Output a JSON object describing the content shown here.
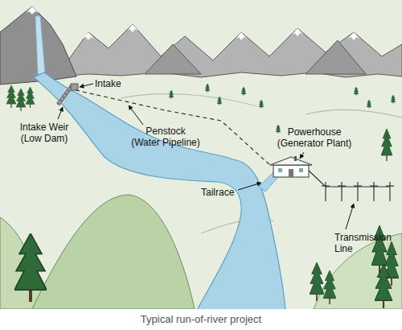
{
  "diagram": {
    "caption": "Typical run-of-river project",
    "labels": [
      "Intake",
      "Intake Weir (Low Dam)",
      "Penstock (Water Pipeline)",
      "Powerhouse (Generator Plant)",
      "Tailrace",
      "Transmission Line"
    ]
  }
}
